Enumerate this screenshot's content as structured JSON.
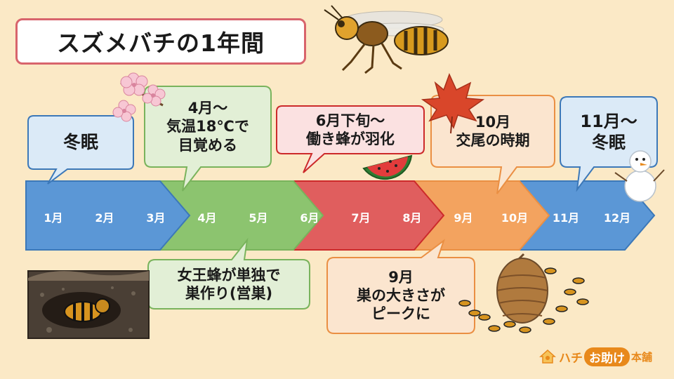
{
  "title": "スズメバチの1年間",
  "months": [
    "1月",
    "2月",
    "3月",
    "4月",
    "5月",
    "6月",
    "7月",
    "8月",
    "9月",
    "10月",
    "11月",
    "12月"
  ],
  "phase_colors": {
    "hibernation": "#5b97d6",
    "spring": "#8cc46f",
    "summer": "#e05e5e",
    "autumn": "#f3a35f",
    "winter": "#5b97d6"
  },
  "callouts": {
    "hibernate": {
      "lines": [
        "冬眠"
      ]
    },
    "april": {
      "lines": [
        "4月～",
        "気温18℃で",
        "目覚める"
      ]
    },
    "june": {
      "lines": [
        "6月下旬～",
        "働き蜂が羽化"
      ]
    },
    "october": {
      "lines": [
        "10月",
        "交尾の時期"
      ]
    },
    "november": {
      "lines": [
        "11月～",
        "冬眠"
      ]
    },
    "queen": {
      "lines": [
        "女王蜂が単独で",
        "巣作り(営巣)"
      ]
    },
    "september": {
      "lines": [
        "9月",
        "巣の大きさが",
        "ピークに"
      ]
    }
  },
  "brand": {
    "part1": "ハチ",
    "part2": "お助け",
    "part3": "本舗"
  },
  "icons": [
    "hornet-icon",
    "cherry-blossom-icon",
    "watermelon-icon",
    "maple-leaf-icon",
    "snowman-icon",
    "queen-burrow-icon",
    "hornet-nest-icon",
    "house-logo-icon"
  ]
}
